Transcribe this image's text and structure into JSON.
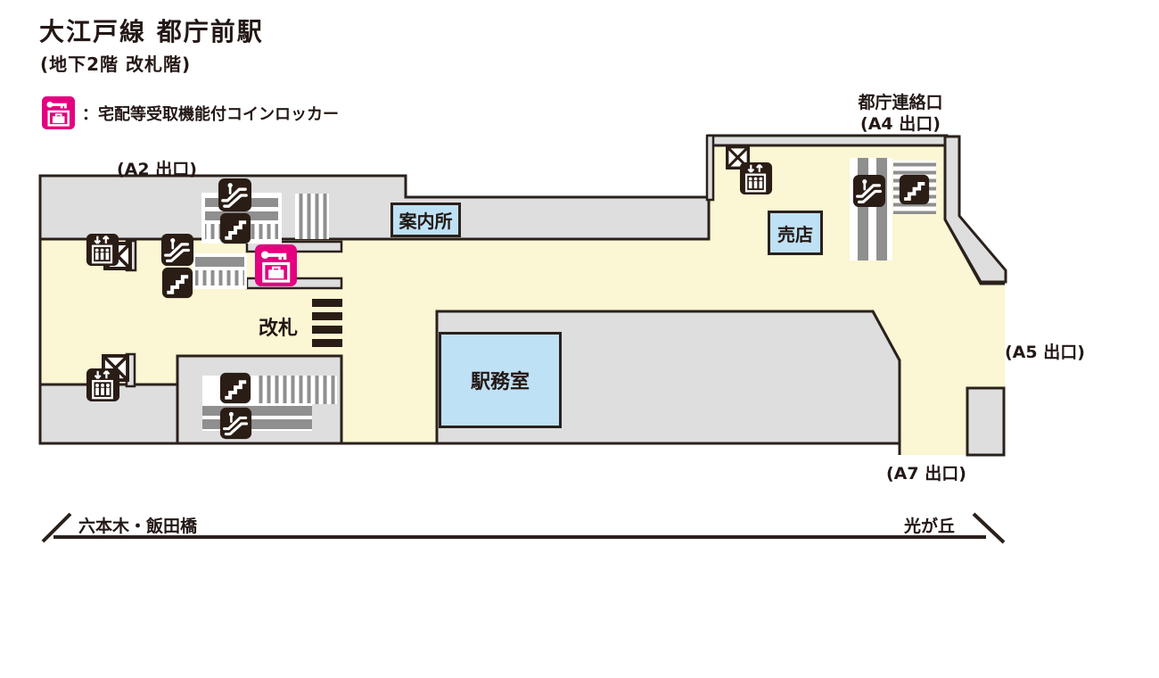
{
  "header": {
    "title": "大江戸線 都庁前駅",
    "floor": "(地下2階 改札階)"
  },
  "legend": {
    "label": "：宅配等受取機能付コインロッカー"
  },
  "map": {
    "exits": {
      "a2": "(A2 出口)",
      "a4_line1": "都庁連絡口",
      "a4_line2": "(A4 出口)",
      "a5": "(A5 出口)",
      "a7": "(A7 出口)"
    },
    "rooms": {
      "information": "案内所",
      "kiosk": "売店",
      "station_office": "駅務室"
    },
    "gate_label": "改札",
    "icons": {
      "locker": "locker-icon",
      "escalator": "escalator-icon",
      "stairs": "stairs-icon",
      "elevator": "elevator-icon",
      "elevator_shaft": "elevator-shaft-icon"
    }
  },
  "track": {
    "left": "六本木・飯田橋",
    "right": "光が丘"
  },
  "colors": {
    "floor": "#FBF6D3",
    "corridor": "#DEDEDE",
    "outline": "#2A211C",
    "accent_pink": "#E4007F",
    "room_blue": "#BFE1F5",
    "stripe_gray": "#8F8F8F"
  }
}
